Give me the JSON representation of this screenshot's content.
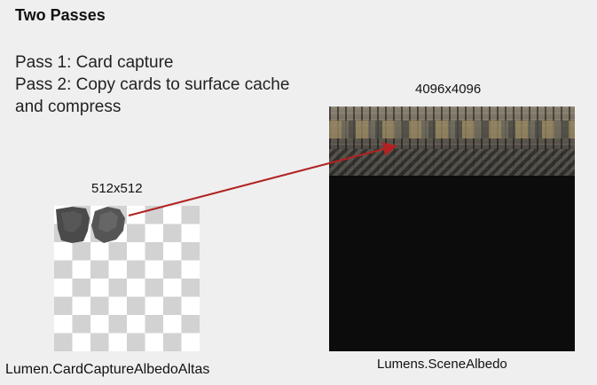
{
  "slide": {
    "title": "Two Passes",
    "pass1": "Pass 1:  Card capture",
    "pass2_line1": "Pass 2:  Copy cards to surface cache",
    "pass2_line2": "and compress"
  },
  "figure": {
    "small_texture_size": "512x512",
    "large_texture_size": "4096x4096",
    "small_texture_caption": "Lumen.CardCaptureAlbedoAltas",
    "large_texture_caption": "Lumens.SceneAlbedo",
    "arrow_color": "#b22222",
    "checker_light": "#ffffff",
    "checker_dark": "#d2d2d2",
    "atlas_background": "#0c0c0c"
  }
}
